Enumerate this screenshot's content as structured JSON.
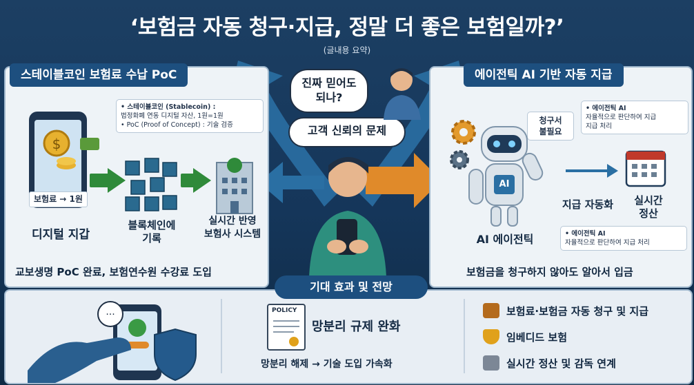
{
  "title": "‘보험금 자동 청구·지급, 정말 더 좋은 보험일까?’",
  "subtitle": "(글내용 요약)",
  "left": {
    "heading": "스테이블코인 보험료 수납 PoC",
    "note_line1": "• 스테이블코인 (Stablecoin) :",
    "note_line2": "법정화폐 연동 디지털 자산, 1원=1원",
    "note_line3": "• PoC (Proof of Concept) : 기술 검증",
    "wallet_tag": "보험료 → 1원",
    "wallet_label": "디지털 지갑",
    "blockchain_label_1": "블록체인에",
    "blockchain_label_2": "기록",
    "system_label_1": "실시간 반영",
    "system_label_2": "보험사 시스템",
    "bottom_text": "교보생명 PoC 완료, 보험연수원 수강료 도입"
  },
  "center": {
    "bubble_text_1": "진짜 믿어도",
    "bubble_text_2": "되나?",
    "trust_text": "고객 신뢰의 문제",
    "heading": "기대 효과 및 전망"
  },
  "right": {
    "heading": "에이전틱 AI 기반 자동 지급",
    "note_top_1": "• 에이전틱 AI",
    "note_top_2": "자율적으로 판단하여 지급",
    "note_top_3": "지급 처리",
    "speech_1": "청구서",
    "speech_2": "불필요",
    "robot_screen": "AI",
    "robot_label": "AI 에이전틱",
    "auto_pay_label": "지급 자동화",
    "realtime_1": "실시간",
    "realtime_2": "정산",
    "note_bottom_1": "• 에이전틱 AI",
    "note_bottom_2": "자율적으로 판단하여 지급 처리",
    "bottom_text": "보험금을 청구하지 않아도 알아서 입금"
  },
  "bottom": {
    "policy_doc": "POLICY",
    "policy_title": "망분리 규제 완화",
    "policy_sub": "망분리 해제 → 기술 도입 가속화",
    "items": [
      {
        "label": "보험료·보험금 자동 청구 및 지급",
        "icon": "wallet-icon",
        "color": "#b46b1d"
      },
      {
        "label": "임베디드 보험",
        "icon": "shield-check-icon",
        "color": "#e0a11b"
      },
      {
        "label": "실시간 정산 및 감독 연계",
        "icon": "calendar-icon",
        "color": "#7c8796"
      }
    ]
  },
  "colors": {
    "accent": "#1d4f7f",
    "arrow_green": "#2f8a3a",
    "arrow_orange": "#e08a2a",
    "arrow_blue": "#2a6fa3"
  }
}
